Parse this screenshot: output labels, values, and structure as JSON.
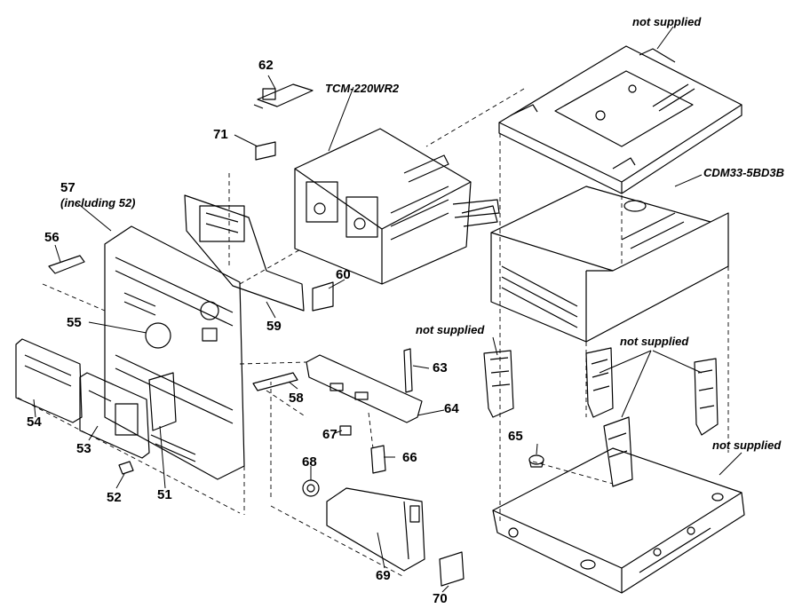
{
  "parts": {
    "p51": "51",
    "p52": "52",
    "p53": "53",
    "p54": "54",
    "p55": "55",
    "p56": "56",
    "p57": "57",
    "p57_note": "(including 52)",
    "p58": "58",
    "p59": "59",
    "p60": "60",
    "p62": "62",
    "p63": "63",
    "p64": "64",
    "p65": "65",
    "p66": "66",
    "p67": "67",
    "p68": "68",
    "p69": "69",
    "p70": "70",
    "p71": "71"
  },
  "models": {
    "deck": "TCM-220WR2",
    "cd": "CDM33-5BD3B"
  },
  "notes": {
    "top": "not supplied",
    "left_bracket": "not supplied",
    "right_brackets": "not supplied",
    "bottom_chassis": "not supplied"
  }
}
